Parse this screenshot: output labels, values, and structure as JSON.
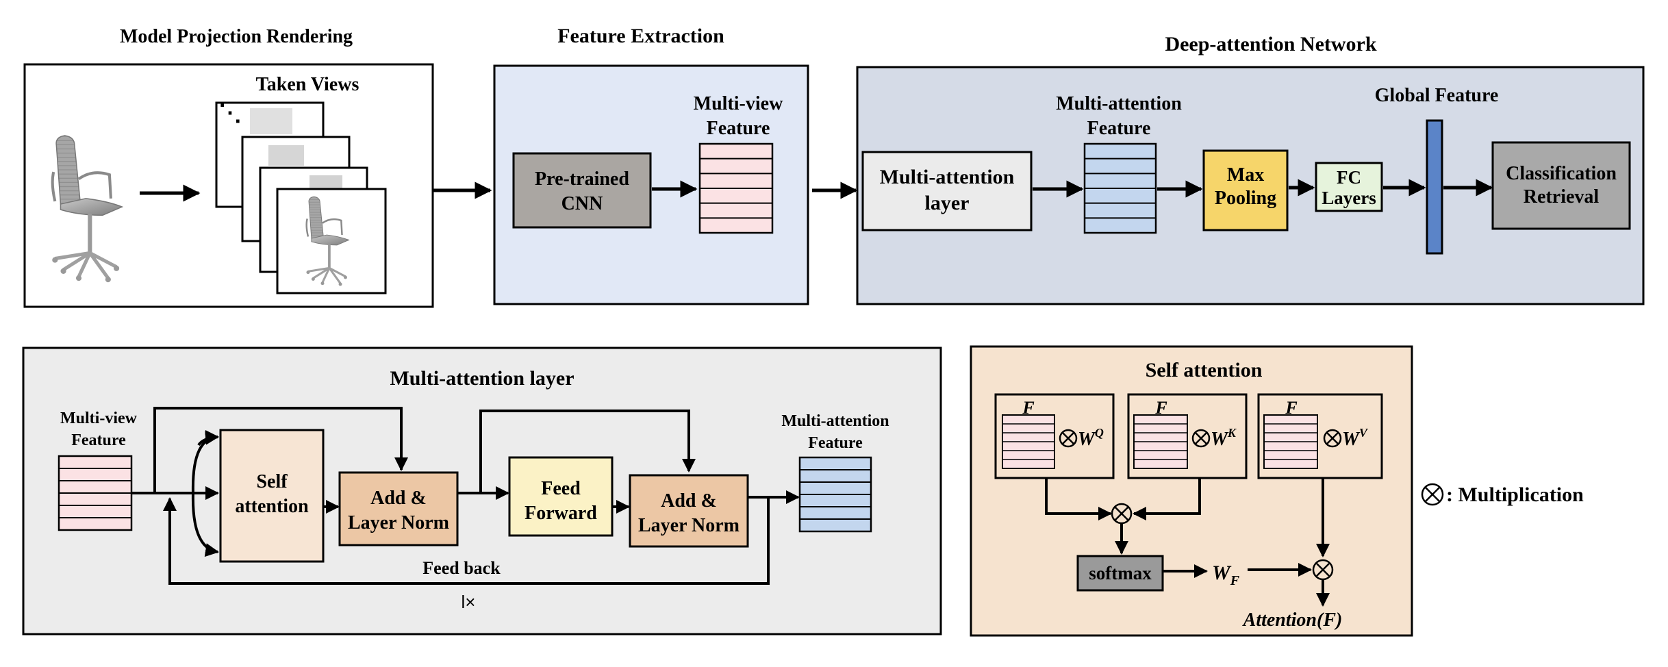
{
  "colors": {
    "feature_extraction_bg": "#e1e8f6",
    "deep_attention_bg": "#d5dbe7",
    "multi_attention_panel_bg": "#ececec",
    "self_attention_panel_bg": "#f6e3cf",
    "pink_stack": "#fbe2e4",
    "blue_stack": "#c3d6ee",
    "cnn_gray": "#aaa6a2",
    "max_pooling_yellow": "#f6d56a",
    "fc_green": "#e6f3dc",
    "global_feature_blue": "#5b84c8",
    "classification_gray": "#a9a9a9",
    "self_attn_block": "#f7e5d4",
    "add_norm_block": "#ecc7a5",
    "feed_forward_block": "#fbf2c6",
    "softmax_gray": "#9a9a9a"
  },
  "top": {
    "model_projection": {
      "title": "Model Projection Rendering",
      "taken_views_label": "Taken Views",
      "ellipsis": "⋱"
    },
    "feature_extraction": {
      "title": "Feature Extraction",
      "cnn_line1": "Pre-trained",
      "cnn_line2": "CNN",
      "feature_line1": "Multi-view",
      "feature_line2": "Feature"
    },
    "deep_attention": {
      "title": "Deep-attention Network",
      "layer_line1": "Multi-attention",
      "layer_line2": "layer",
      "feature_line1": "Multi-attention",
      "feature_line2": "Feature",
      "pool_line1": "Max",
      "pool_line2": "Pooling",
      "fc_line1": "FC",
      "fc_line2": "Layers",
      "global_feature": "Global Feature",
      "cls_line1": "Classification",
      "cls_line2": "Retrieval"
    }
  },
  "bottom": {
    "multi_attention_layer": {
      "title": "Multi-attention layer",
      "input_line1": "Multi-view",
      "input_line2": "Feature",
      "self_line1": "Self",
      "self_line2": "attention",
      "add1_line1": "Add &",
      "add1_line2": "Layer Norm",
      "ff_line1": "Feed",
      "ff_line2": "Forward",
      "add2_line1": "Add &",
      "add2_line2": "Layer Norm",
      "output_line1": "Multi-attention",
      "output_line2": "Feature",
      "feedback": "Feed back",
      "repeat": "l×"
    },
    "self_attention": {
      "title": "Self attention",
      "f_label": "F",
      "weight_q": "W",
      "weight_q_sup": "Q",
      "weight_k": "W",
      "weight_k_sup": "K",
      "weight_v": "W",
      "weight_v_sup": "V",
      "softmax": "softmax",
      "wf": "W",
      "wf_sub": "F",
      "output": "Attention(F)"
    },
    "legend": {
      "symbol": "⊗",
      "text": ": Multiplication"
    }
  }
}
